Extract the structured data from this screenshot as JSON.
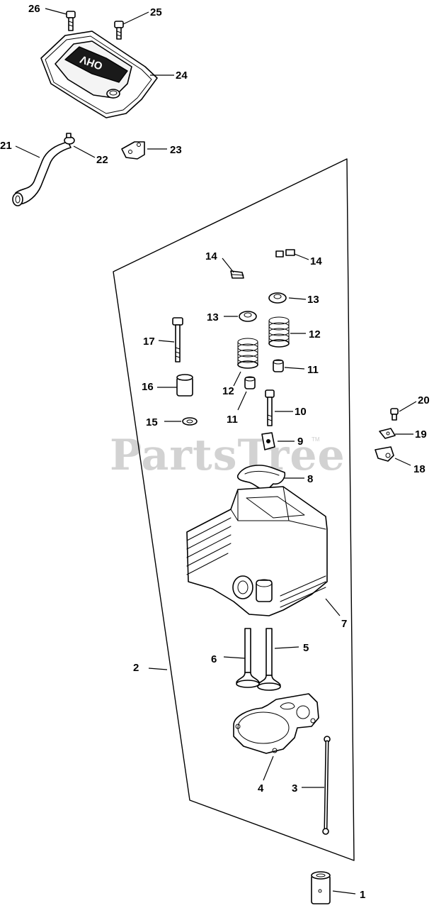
{
  "diagram": {
    "watermark": "PartsTree",
    "watermark_tm": "TM",
    "cover_logo": "OHV",
    "callouts": {
      "c1": "1",
      "c2": "2",
      "c3": "3",
      "c4": "4",
      "c5": "5",
      "c6": "6",
      "c7": "7",
      "c8": "8",
      "c9": "9",
      "c10": "10",
      "c11a": "11",
      "c11b": "11",
      "c12a": "12",
      "c12b": "12",
      "c13a": "13",
      "c13b": "13",
      "c14a": "14",
      "c14b": "14",
      "c15": "15",
      "c16": "16",
      "c17": "17",
      "c18": "18",
      "c19": "19",
      "c20": "20",
      "c21": "21",
      "c22": "22",
      "c23": "23",
      "c24": "24",
      "c25": "25",
      "c26": "26"
    }
  }
}
